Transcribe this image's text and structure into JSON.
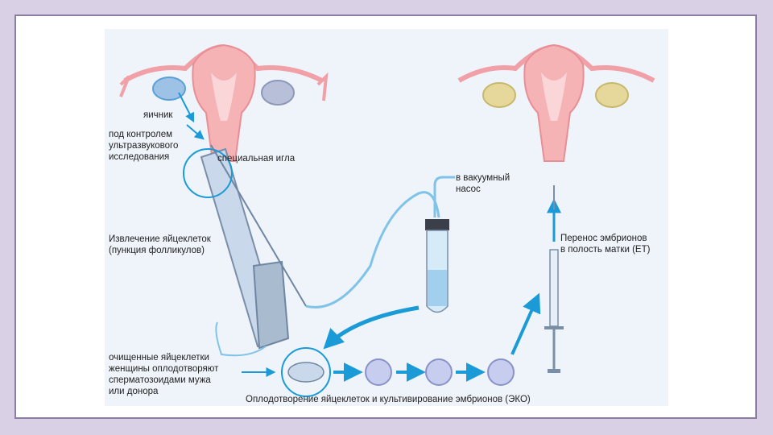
{
  "labels": {
    "ovary": "яичник",
    "ultrasound": "под контролем\nультразвукового\nисследования",
    "needle": "специальная игла",
    "vacuum": "в вакуумный\nнасос",
    "retrieval": "Извлечение яйцеклеток\n(пункция фолликулов)",
    "transfer": "Перенос эмбрионов\nв полость матки (ЕТ)",
    "fertilized": "очищенные яйцеклетки\nженщины оплодотворяют\nсперматозоидами мужа\nили донора",
    "ivf": "Оплодотворение яйцеклеток и культивирование эмбрионов (ЭКО)"
  },
  "colors": {
    "arrow": "#1a9ad6",
    "uterus": "#f2a1a6",
    "ovary_left": "#9ec2e6",
    "ovary_right": "#e6d89a",
    "instrument": "#c9d8ea"
  }
}
